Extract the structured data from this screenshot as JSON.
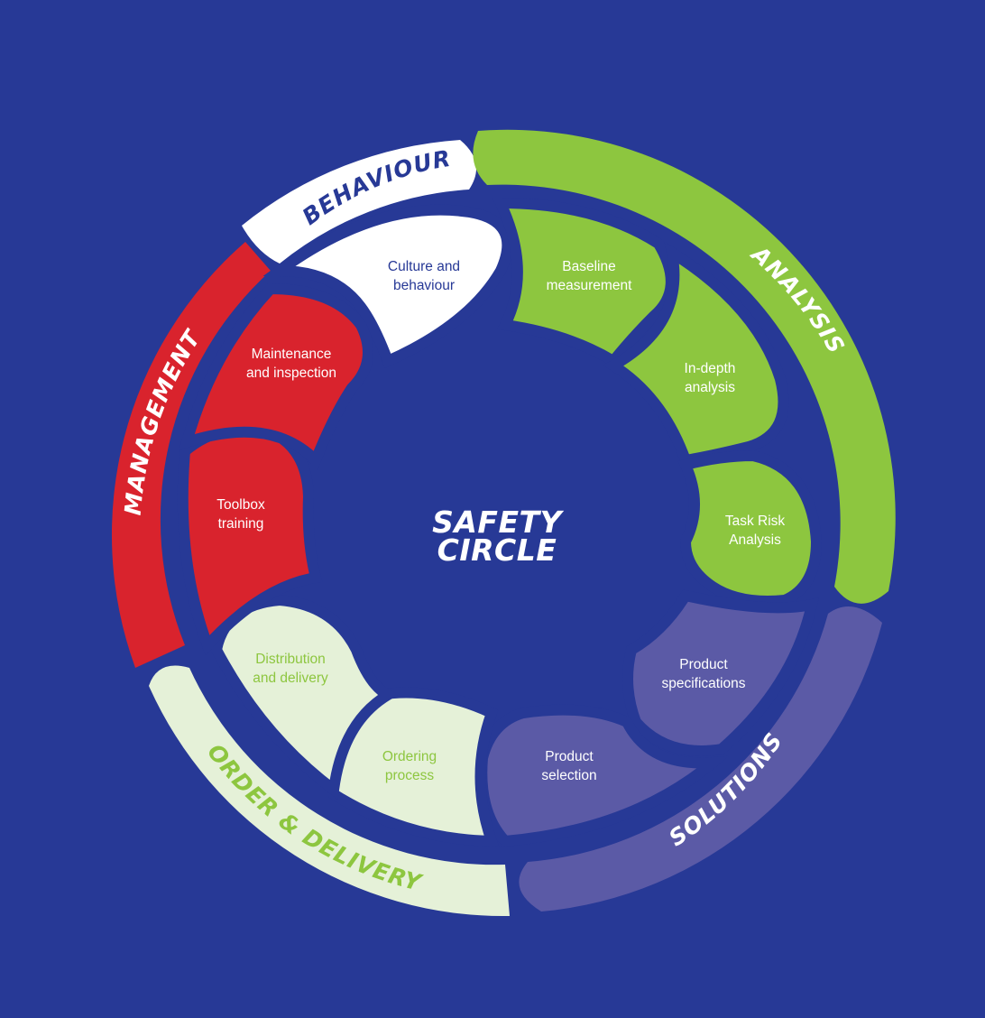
{
  "diagram": {
    "title_line1": "SAFETY",
    "title_line2": "CIRCLE",
    "colors": {
      "background": "#273996",
      "white": "#ffffff",
      "green": "#8dc63f",
      "purple": "#5b5aa6",
      "pale_green": "#e5f1d8",
      "red": "#d9232d",
      "navy_text": "#273996"
    },
    "categories": [
      {
        "name": "BEHAVIOUR",
        "color": "#ffffff",
        "text_color": "#273996"
      },
      {
        "name": "ANALYSIS",
        "color": "#8dc63f",
        "text_color": "#ffffff"
      },
      {
        "name": "SOLUTIONS",
        "color": "#5b5aa6",
        "text_color": "#ffffff"
      },
      {
        "name": "ORDER & DELIVERY",
        "color": "#e5f1d8",
        "text_color": "#8dc63f"
      },
      {
        "name": "MANAGEMENT",
        "color": "#d9232d",
        "text_color": "#ffffff"
      }
    ],
    "steps": [
      {
        "line1": "Culture and",
        "line2": "behaviour",
        "category": "BEHAVIOUR"
      },
      {
        "line1": "Baseline",
        "line2": "measurement",
        "category": "ANALYSIS"
      },
      {
        "line1": "In-depth",
        "line2": "analysis",
        "category": "ANALYSIS"
      },
      {
        "line1": "Task Risk",
        "line2": "Analysis",
        "category": "ANALYSIS"
      },
      {
        "line1": "Product",
        "line2": "specifications",
        "category": "SOLUTIONS"
      },
      {
        "line1": "Product",
        "line2": "selection",
        "category": "SOLUTIONS"
      },
      {
        "line1": "Ordering",
        "line2": "process",
        "category": "ORDER & DELIVERY"
      },
      {
        "line1": "Distribution",
        "line2": "and delivery",
        "category": "ORDER & DELIVERY"
      },
      {
        "line1": "Toolbox",
        "line2": "training",
        "category": "MANAGEMENT"
      },
      {
        "line1": "Maintenance",
        "line2": "and inspection",
        "category": "MANAGEMENT"
      }
    ]
  }
}
